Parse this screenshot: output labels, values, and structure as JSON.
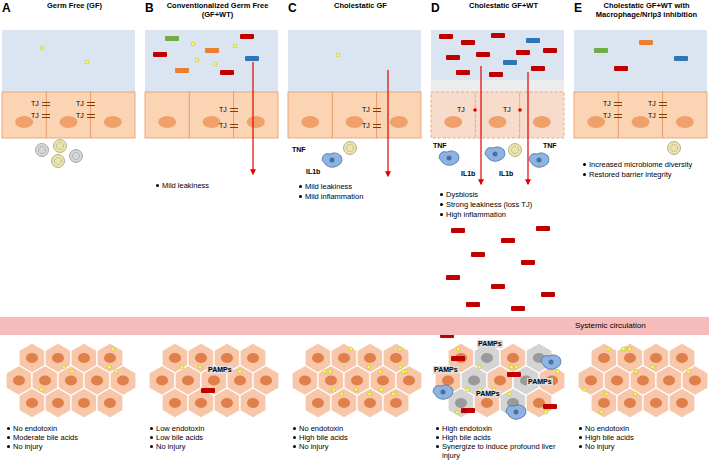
{
  "diagram": {
    "nodes": [
      {
        "text": [
          "A",
          "Germ Free (GF)"
        ]
      },
      {
        "text": [
          "B",
          "Conventionalized Germ Free (GF+WT)"
        ]
      },
      {
        "text": [
          "C",
          "Cholestatic GF"
        ]
      },
      {
        "text": [
          "D",
          "Cholestatic GF+WT"
        ]
      },
      {
        "text": [
          "E",
          "Cholestatic GF+WT with Macrophage/Nrlp3 inhibition"
        ]
      },
      {
        "text": [
          "Systemic circulation"
        ]
      }
    ],
    "labels": [
      "TJ",
      "TJ",
      "TJ",
      "TJ",
      "TJ",
      "TJ",
      "TJ",
      "TJ",
      "TJ",
      "TJ",
      "TJ",
      "TJ",
      "TJ",
      "TJ",
      "TNF",
      "IL1b",
      "TNF",
      "IL1b",
      "IL1b",
      "TNF",
      "Mild leakiness",
      "Mild leakiness",
      "Mild inflammation",
      "Dysbiosis",
      "Strong leakiness (loss TJ)",
      "High inflammation",
      "Increased microbiome diversity",
      "Restored barrier integrity",
      "PAMPs",
      "PAMPs",
      "PAMPs",
      "PAMPs",
      "PAMPs",
      "No endotoxin",
      "Moderate bile acids",
      "No injury",
      "Low endotoxin",
      "Low bile acids",
      "No injury",
      "No endotoxin",
      "High bile acids",
      "No injury",
      "High endotoxin",
      "High bile acids",
      "Synergize to induce profound liver injury",
      "No endotoxin",
      "High bile acids",
      "No injury"
    ]
  }
}
